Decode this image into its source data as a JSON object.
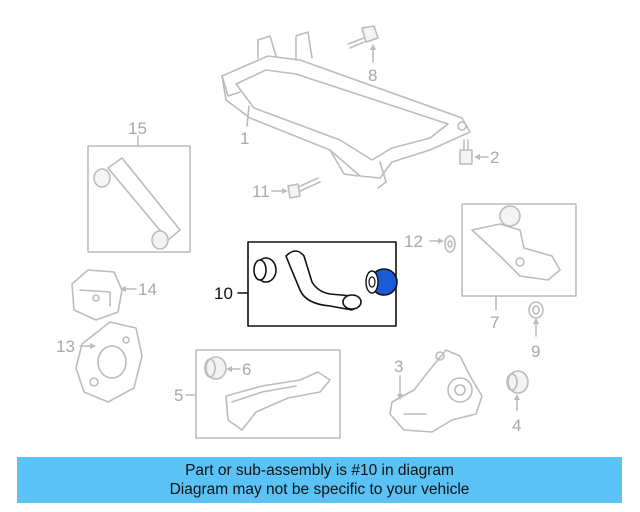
{
  "banner": {
    "line1": "Part or sub-assembly is #10 in diagram",
    "line2": "Diagram may not be specific to your vehicle"
  },
  "callouts": {
    "c1": "1",
    "c2": "2",
    "c3": "3",
    "c4": "4",
    "c5": "5",
    "c6": "6",
    "c7": "7",
    "c8": "8",
    "c9": "9",
    "c10": "10",
    "c11": "11",
    "c12": "12",
    "c13": "13",
    "c14": "14",
    "c15": "15"
  },
  "highlighted_part": "10",
  "colors": {
    "banner_bg": "#5bc2f5",
    "highlight_bushing": "#1a5cd8",
    "faded_parts": "#bcbcbc"
  }
}
